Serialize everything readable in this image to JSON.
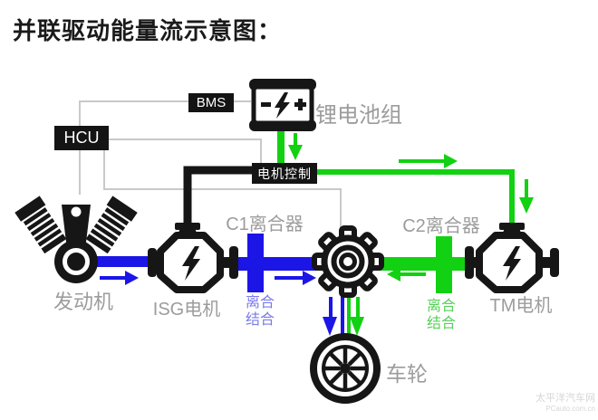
{
  "title": "并联驱动能量流示意图：",
  "control_units": {
    "bms": "BMS",
    "hcu": "HCU",
    "motor_controller": "电机控制"
  },
  "components": {
    "battery_label": "锂电池组",
    "battery_symbols": "−⚡+",
    "engine_label": "发动机",
    "isg_motor_label": "ISG电机",
    "tm_motor_label": "TM电机",
    "c1_label": "C1离合器",
    "c2_label": "C2离合器",
    "wheel_label": "车轮",
    "c1_status_line1": "离合",
    "c1_status_line2": "结合",
    "c2_status_line1": "离合",
    "c2_status_line2": "结合"
  },
  "colors": {
    "flow_green": "#12d112",
    "flow_blue": "#1b15e6",
    "status_blue": "#7b7beb",
    "status_green": "#57d058",
    "label_gray": "#9c9c9c",
    "wire_gray": "#c9c9c9",
    "box_black": "#141414"
  },
  "icons": {
    "battery": "battery-icon",
    "engine": "v-twin-engine-icon",
    "isg_motor": "electric-motor-icon",
    "tm_motor": "electric-motor-icon",
    "gear": "gear-icon",
    "wheel": "wheel-icon"
  },
  "watermark": {
    "line1": "太平洋汽车网",
    "line2": "PCauto.com.cn"
  }
}
